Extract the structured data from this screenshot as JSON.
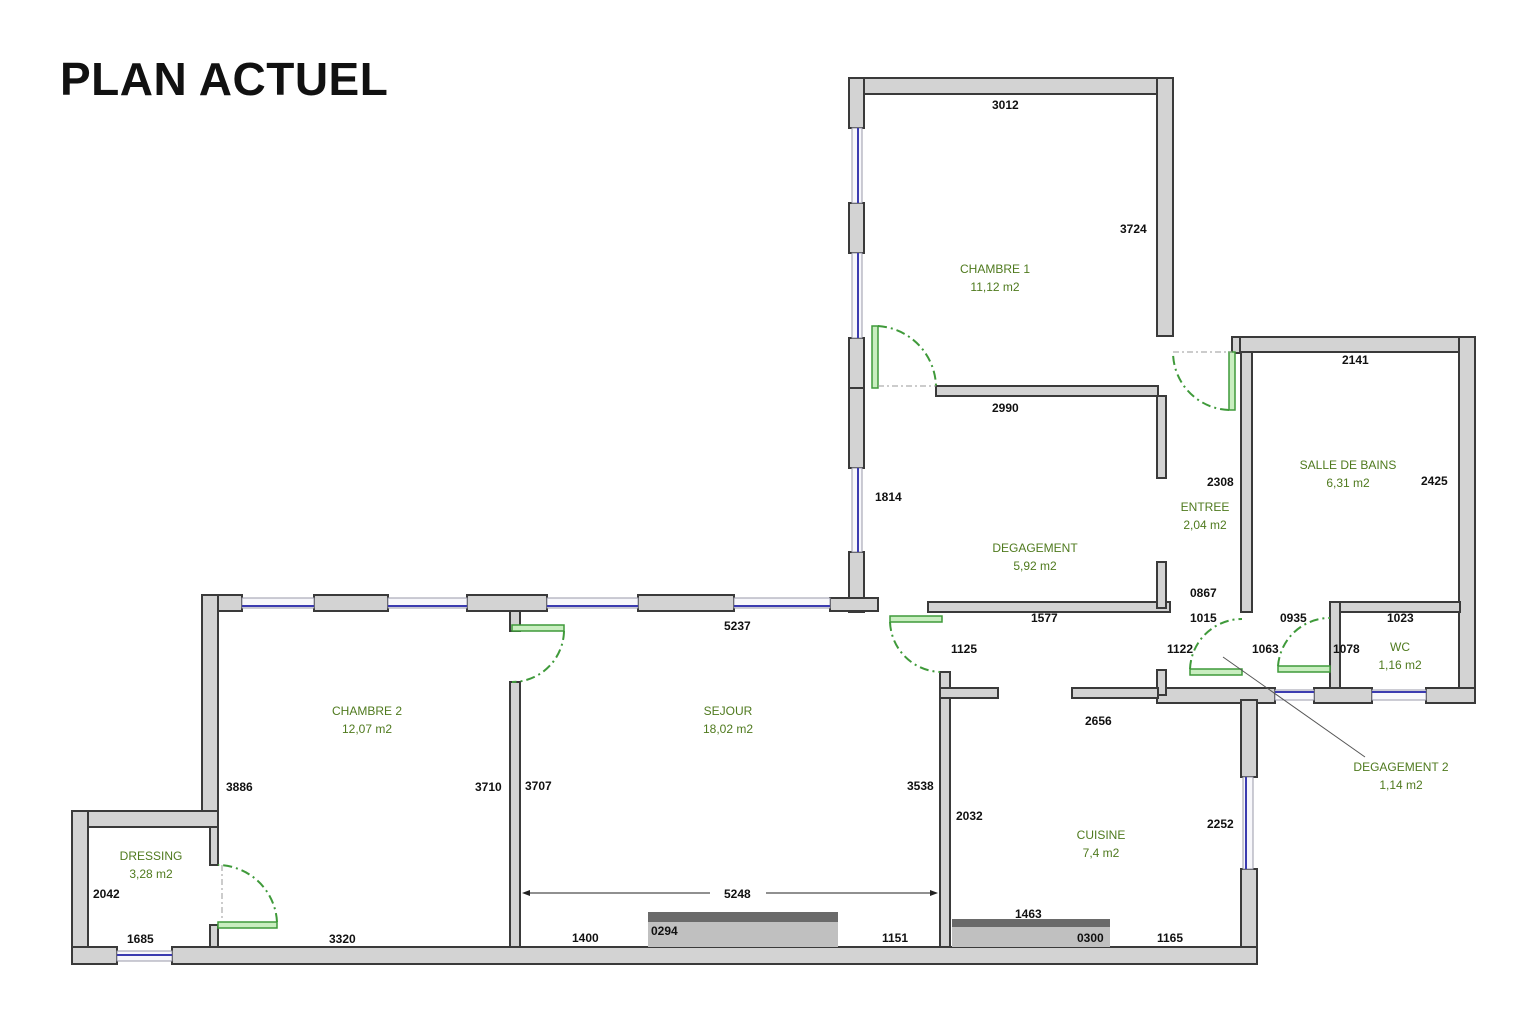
{
  "title": "PLAN ACTUEL",
  "rooms": [
    {
      "name": "CHAMBRE 1",
      "area": "11,12 m2"
    },
    {
      "name": "SALLE DE BAINS",
      "area": "6,31 m2"
    },
    {
      "name": "ENTREE",
      "area": "2,04 m2"
    },
    {
      "name": "DEGAGEMENT",
      "area": "5,92 m2"
    },
    {
      "name": "WC",
      "area": "1,16 m2"
    },
    {
      "name": "CHAMBRE 2",
      "area": "12,07 m2"
    },
    {
      "name": "SEJOUR",
      "area": "18,02 m2"
    },
    {
      "name": "DEGAGEMENT 2",
      "area": "1,14 m2"
    },
    {
      "name": "CUISINE",
      "area": "7,4 m2"
    },
    {
      "name": "DRESSING",
      "area": "3,28 m2"
    }
  ],
  "dimensions": [
    "3012",
    "3724",
    "2990",
    "2141",
    "2308",
    "2425",
    "1814",
    "0867",
    "1577",
    "1015",
    "0935",
    "1023",
    "1125",
    "1122",
    "1063",
    "1078",
    "5237",
    "2656",
    "3886",
    "3710",
    "3707",
    "3538",
    "2032",
    "2252",
    "2042",
    "5248",
    "1463",
    "1685",
    "3320",
    "1400",
    "0294",
    "1151",
    "0300",
    "1165"
  ],
  "colors": {
    "wall_fill": "#d3d3d3",
    "wall_stroke": "#3a3a3a",
    "window": "#3b3bb0",
    "door": "#3f9a3a",
    "room_label": "#4f7a1e"
  }
}
